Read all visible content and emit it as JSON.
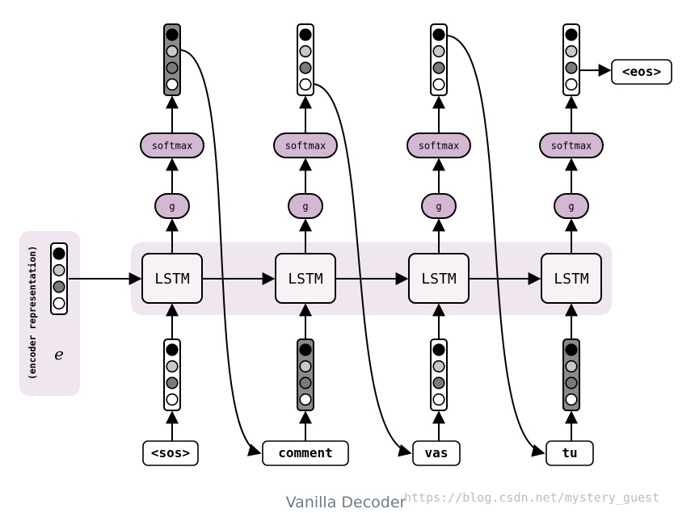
{
  "encoder": {
    "label": "(encoder representation)",
    "symbol": "e"
  },
  "lstm_label": "LSTM",
  "softmax_label": "softmax",
  "g_label": "g",
  "steps": [
    {
      "input_token": "<sos>"
    },
    {
      "input_token": "comment"
    },
    {
      "input_token": "vas"
    },
    {
      "input_token": "tu"
    }
  ],
  "eos_token": "<eos>",
  "caption": "Vanilla Decoder",
  "watermark": "https://blog.csdn.net/mystery_guest",
  "colors": {
    "band": "#efe6ef",
    "node_purple": "#d3b8d3",
    "lstm_fill": "#f6f2f6",
    "dark": "#000000",
    "mid_gray": "#7a7a7a",
    "light_gray": "#c8c8c8",
    "white": "#ffffff",
    "caption": "#6b7c8c",
    "watermark": "#bdbdbd"
  }
}
